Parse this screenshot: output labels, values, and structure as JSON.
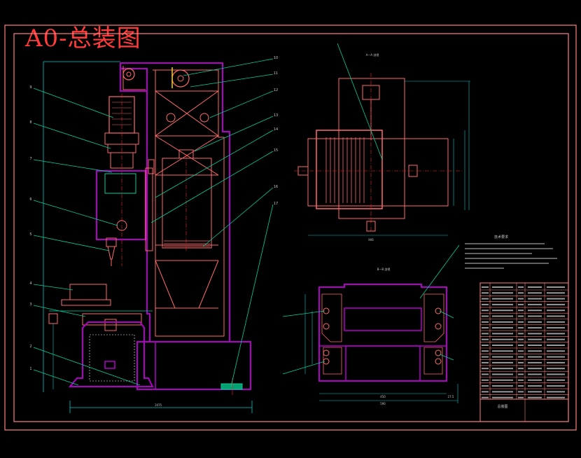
{
  "title": "A0-总装图",
  "colors": {
    "background": "#000000",
    "border": "#ff7f7f",
    "frame": "#ff6a6a",
    "structure": "#b000c8",
    "leader": "#00d2a0",
    "dimension": "#00c8c8",
    "centerline": "#ff2020",
    "detail": "#ffa0a0",
    "marker": "#ffd200",
    "title_text": "#ff3b3b"
  },
  "balloons": [
    "1",
    "2",
    "3",
    "4",
    "5",
    "6",
    "7",
    "8",
    "9",
    "10",
    "11",
    "12",
    "13",
    "14",
    "15",
    "16",
    "17"
  ],
  "views": {
    "top_view_label": "A—A 剖视",
    "section_view_label": "B—B 剖视",
    "technical_notes_heading": "技术要求"
  },
  "dimensions": {
    "main_width": "1075",
    "top_width": "906",
    "base_width_a": "450",
    "base_width_b": "590",
    "base_offset": "27.5"
  },
  "bom_heading": "总装图"
}
